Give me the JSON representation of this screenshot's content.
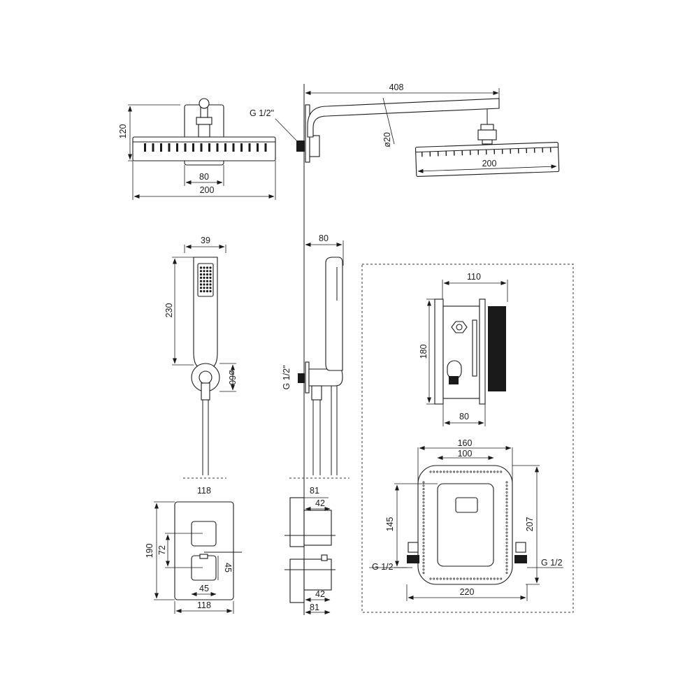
{
  "diagram": {
    "top_left_view": {
      "dim_height": "120",
      "dim_plate": "80",
      "dim_width": "200"
    },
    "top_right_view": {
      "thread": "G 1/2\"",
      "dim_arm": "408",
      "dim_diameter": "ø20",
      "dim_head": "200"
    },
    "hand_shower_front": {
      "dim_width": "39",
      "dim_length": "230",
      "dim_holder": "ø60"
    },
    "hand_shower_side": {
      "dim_depth": "80",
      "thread": "G 1/2\""
    },
    "mixer_front": {
      "dim_top": "118",
      "dim_height": "190",
      "dim_spacing": "72",
      "dim_knob_h": "45",
      "dim_knob_w": "45",
      "dim_bottom": "118"
    },
    "mixer_side": {
      "dim_top_outer": "81",
      "dim_top_inner": "42",
      "dim_bottom_inner": "42",
      "dim_bottom_outer": "81"
    },
    "box_side": {
      "dim_width": "110",
      "dim_height": "180",
      "dim_depth": "80"
    },
    "box_front": {
      "dim_outer": "160",
      "dim_inner": "100",
      "dim_left": "145",
      "dim_right": "207",
      "thread_left": "G 1/2",
      "thread_right": "G 1/2",
      "dim_bottom": "220"
    }
  }
}
